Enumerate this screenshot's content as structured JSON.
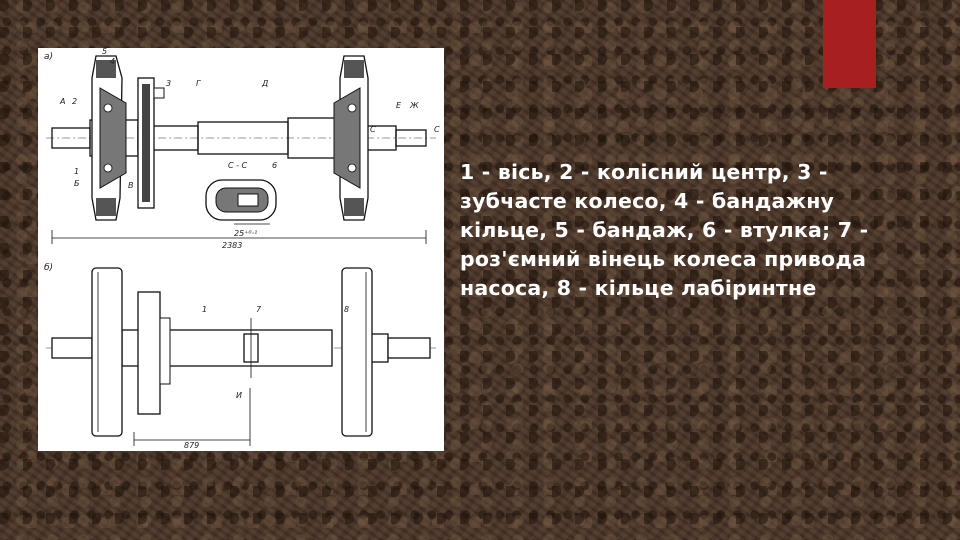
{
  "caption": {
    "text": "1 - вісь, 2 - колісний центр, 3 - зубчасте колесо, 4 - бандажну кільце, 5 - бандаж, 6 - втулка; 7 - роз'ємний вінець колеса привода насоса, 8 - кільце лабіринтне"
  },
  "diagram": {
    "panel_a_label": "а)",
    "panel_b_label": "б)",
    "labels_a": {
      "n5": "5",
      "n4": "4",
      "n3": "3",
      "n2": "2",
      "n1": "1",
      "lA": "А",
      "lG": "Г",
      "lD": "Д",
      "lB": "Б",
      "lV": "В",
      "lE": "Е",
      "lZh": "Ж",
      "lC1": "С",
      "lC2": "С",
      "section": "С - С",
      "n6": "6",
      "dim_small": "25⁺⁰·¹",
      "dim_total": "2383"
    },
    "labels_b": {
      "n1": "1",
      "n7": "7",
      "n8": "8",
      "lI": "И",
      "dim": "879"
    }
  },
  "colors": {
    "accent": "#a81f1f",
    "text": "#ffffff",
    "background": "#4a3527"
  }
}
